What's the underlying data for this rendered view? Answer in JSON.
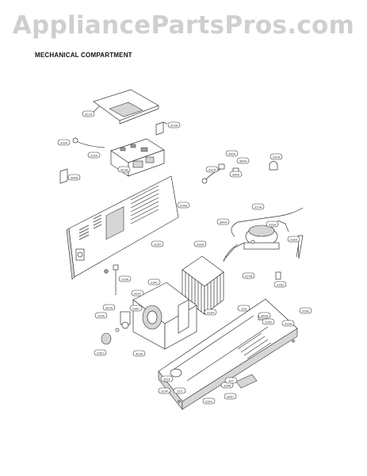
{
  "watermark": "AppliancePartsPros.com",
  "title": "MECHANICAL COMPARTMENT",
  "part_refs": [
    {
      "id": "p1",
      "label": "321A"
    },
    {
      "id": "p2",
      "label": "323B"
    },
    {
      "id": "p3",
      "label": "319A"
    },
    {
      "id": "p4",
      "label": "315A"
    },
    {
      "id": "p5",
      "label": "321B"
    },
    {
      "id": "p6",
      "label": "306A"
    },
    {
      "id": "p7",
      "label": "305A"
    },
    {
      "id": "p8",
      "label": "312A"
    },
    {
      "id": "p9",
      "label": "305A"
    },
    {
      "id": "p10",
      "label": "310A"
    },
    {
      "id": "p11",
      "label": "304B"
    },
    {
      "id": "p12",
      "label": "315B"
    },
    {
      "id": "p13",
      "label": "317A"
    },
    {
      "id": "p14",
      "label": "304A"
    },
    {
      "id": "p15",
      "label": "323D"
    },
    {
      "id": "p16",
      "label": "316A"
    },
    {
      "id": "p17",
      "label": "313A"
    },
    {
      "id": "p18",
      "label": "318A"
    },
    {
      "id": "p19",
      "label": "317B"
    },
    {
      "id": "p20",
      "label": "315D"
    },
    {
      "id": "p21",
      "label": "319B"
    },
    {
      "id": "p22",
      "label": "319C"
    },
    {
      "id": "p23",
      "label": "313A"
    },
    {
      "id": "p24",
      "label": "321D"
    },
    {
      "id": "p25",
      "label": "318C"
    },
    {
      "id": "p26",
      "label": "320A"
    },
    {
      "id": "p27",
      "label": "319E"
    },
    {
      "id": "p28",
      "label": "318"
    },
    {
      "id": "p29",
      "label": "309A"
    },
    {
      "id": "p30",
      "label": "319D"
    },
    {
      "id": "p31",
      "label": "319A"
    },
    {
      "id": "p32",
      "label": "315E"
    },
    {
      "id": "p33",
      "label": "315C"
    },
    {
      "id": "p34",
      "label": "323A"
    },
    {
      "id": "p35",
      "label": "321F"
    },
    {
      "id": "p36",
      "label": "319F"
    },
    {
      "id": "p37",
      "label": "315"
    },
    {
      "id": "p38",
      "label": "316B"
    },
    {
      "id": "p39",
      "label": "327"
    },
    {
      "id": "p40",
      "label": "305C"
    },
    {
      "id": "p41",
      "label": "319G"
    }
  ]
}
